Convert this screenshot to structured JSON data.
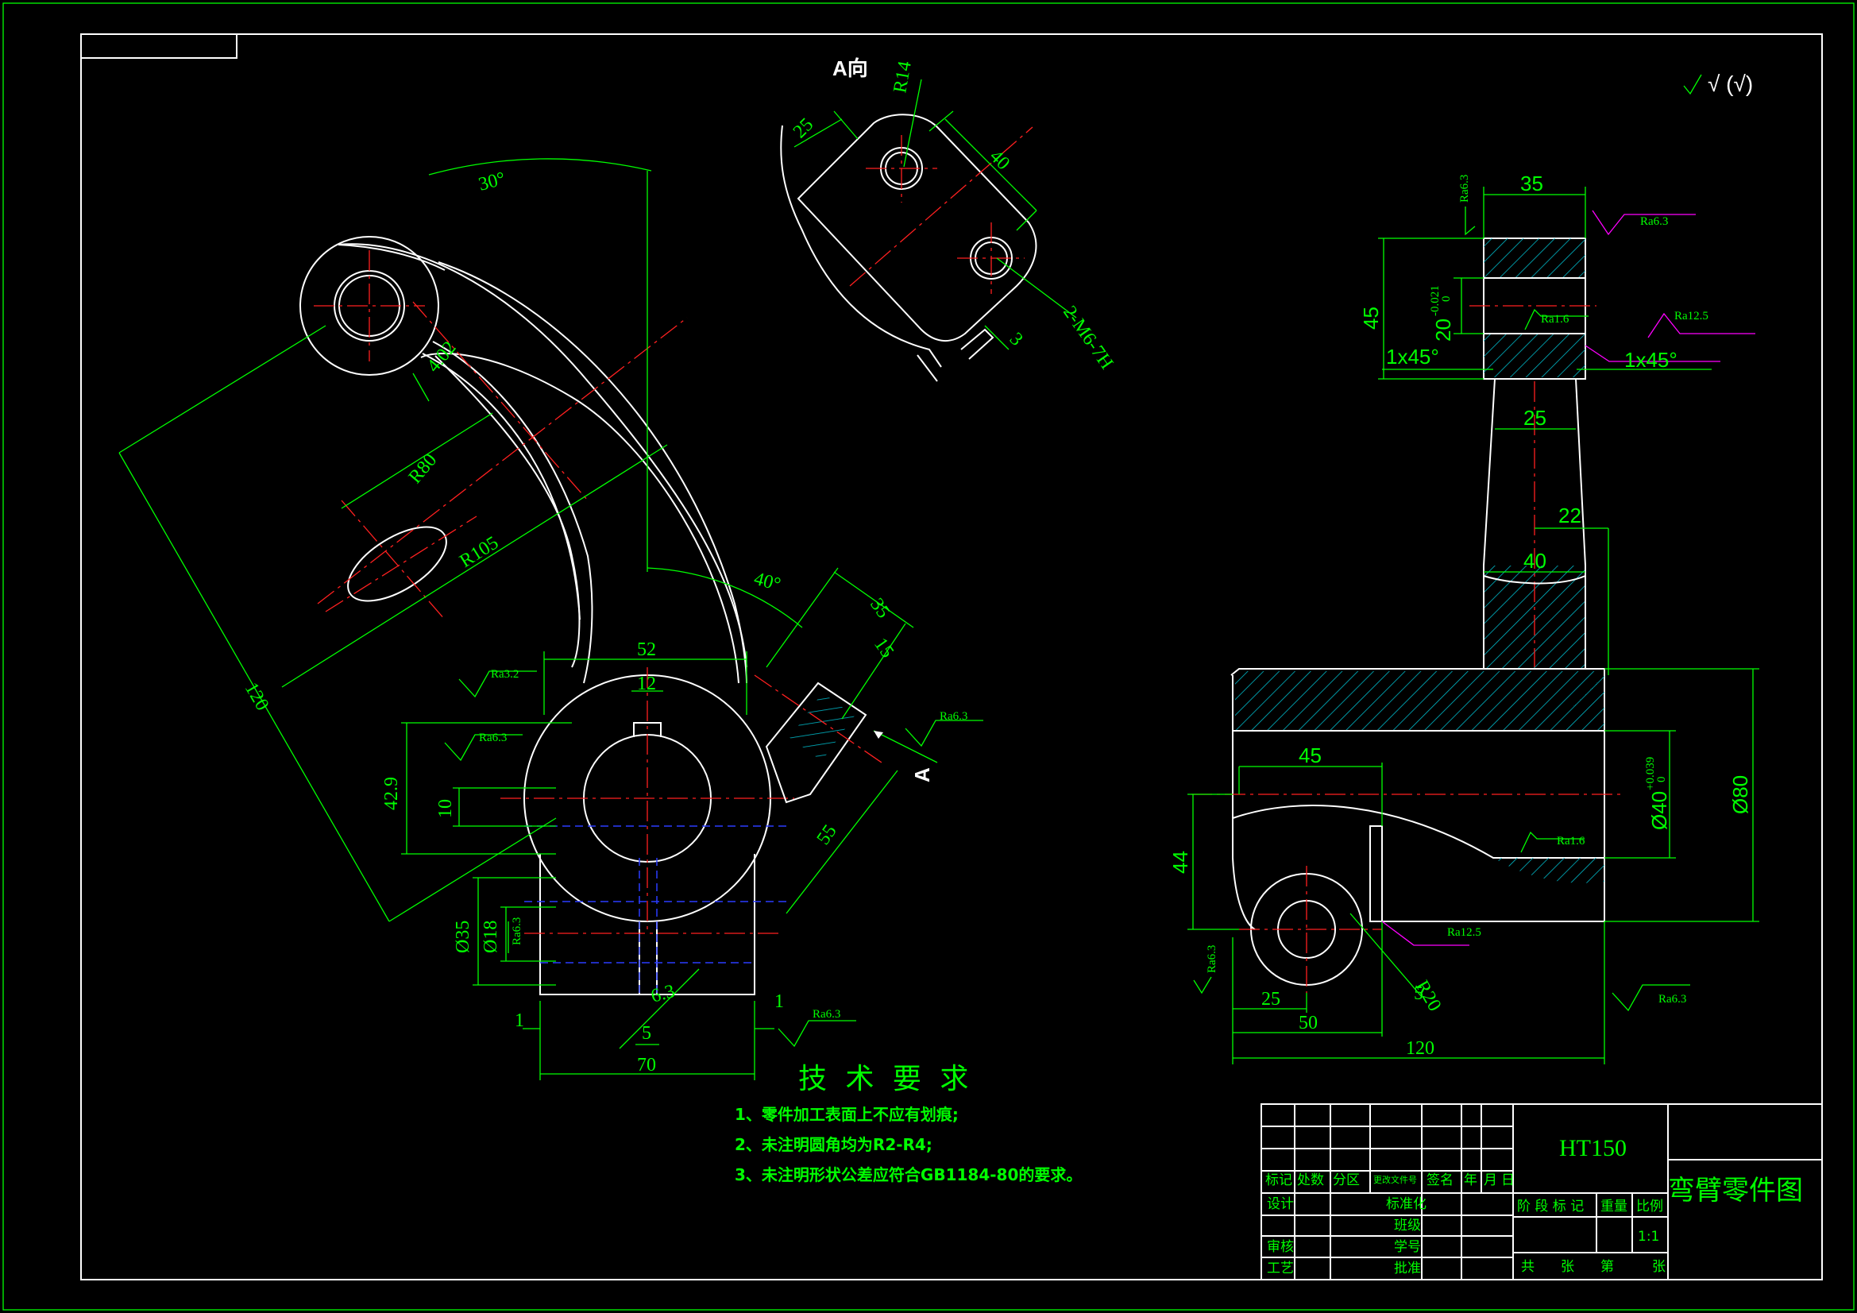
{
  "view_a_label": "A向",
  "section_mark": "A",
  "roughness_default": "√ (√)",
  "front_view": {
    "angle_30": "30°",
    "angle_40": "40°",
    "d_402": "4.02",
    "r80": "R80",
    "r105": "R105",
    "d120": "120",
    "d52": "52",
    "d12": "12",
    "d429": "42.9",
    "d10": "10",
    "d35": "35",
    "d15": "15",
    "d55": "55",
    "d35dia": "Ø35",
    "d18dia": "Ø18",
    "d63": "6.3",
    "d5": "5",
    "d1a": "1",
    "d1b": "1",
    "d70": "70",
    "ra32": "Ra3.2",
    "ra63a": "Ra6.3",
    "ra63b": "Ra6.3",
    "ra63c": "Ra6.3",
    "ra63d": "Ra6.3"
  },
  "view_a": {
    "d25": "25",
    "r14": "R14",
    "d40": "40",
    "d3": "3",
    "thread": "2-M6-7H"
  },
  "side_view": {
    "d35": "35",
    "d45": "45",
    "d20": "20",
    "d20_tol_up": "-0.021",
    "d20_tol_low": "0",
    "chamfer_l": "1x45°",
    "chamfer_r": "1x45°",
    "d25": "25",
    "d22": "22",
    "d40": "40",
    "d44": "44",
    "d40dia": "Ø40",
    "d40_tol_up": "+0.039",
    "d40_tol_low": "0",
    "d80dia": "Ø80",
    "r20": "R20",
    "d5": "5",
    "d25b": "25",
    "d50": "50",
    "d120": "120",
    "ra63a": "Ra6.3",
    "ra63b": "Ra6.3",
    "ra16a": "Ra1.6",
    "ra125a": "Ra12.5",
    "ra16b": "Ra1.6",
    "ra125b": "Ra12.5",
    "ra63c": "Ra6.3",
    "ra63d": "Ra6.3"
  },
  "tech_req": {
    "title": "技 术 要 求",
    "items": [
      "1、零件加工表面上不应有划痕;",
      "2、未注明圆角均为R2-R4;",
      "3、未注明形状公差应符合GB1184-80的要求。"
    ]
  },
  "title_block": {
    "material": "HT150",
    "drawing_name": "弯臂零件图",
    "headers": [
      "标记",
      "处数",
      "分区",
      "更改文件号",
      "签名",
      "年",
      "月",
      "日"
    ],
    "design": "设计",
    "standard": "标准化",
    "class": "班级",
    "review": "审核",
    "student_no": "学号",
    "process": "工艺",
    "approve": "批准",
    "stage": "阶 段 标 记",
    "weight": "重量",
    "scale_label": "比例",
    "scale": "1:1",
    "total": "共",
    "sheet_unit1": "张",
    "nth": "第",
    "sheet_unit2": "张"
  }
}
